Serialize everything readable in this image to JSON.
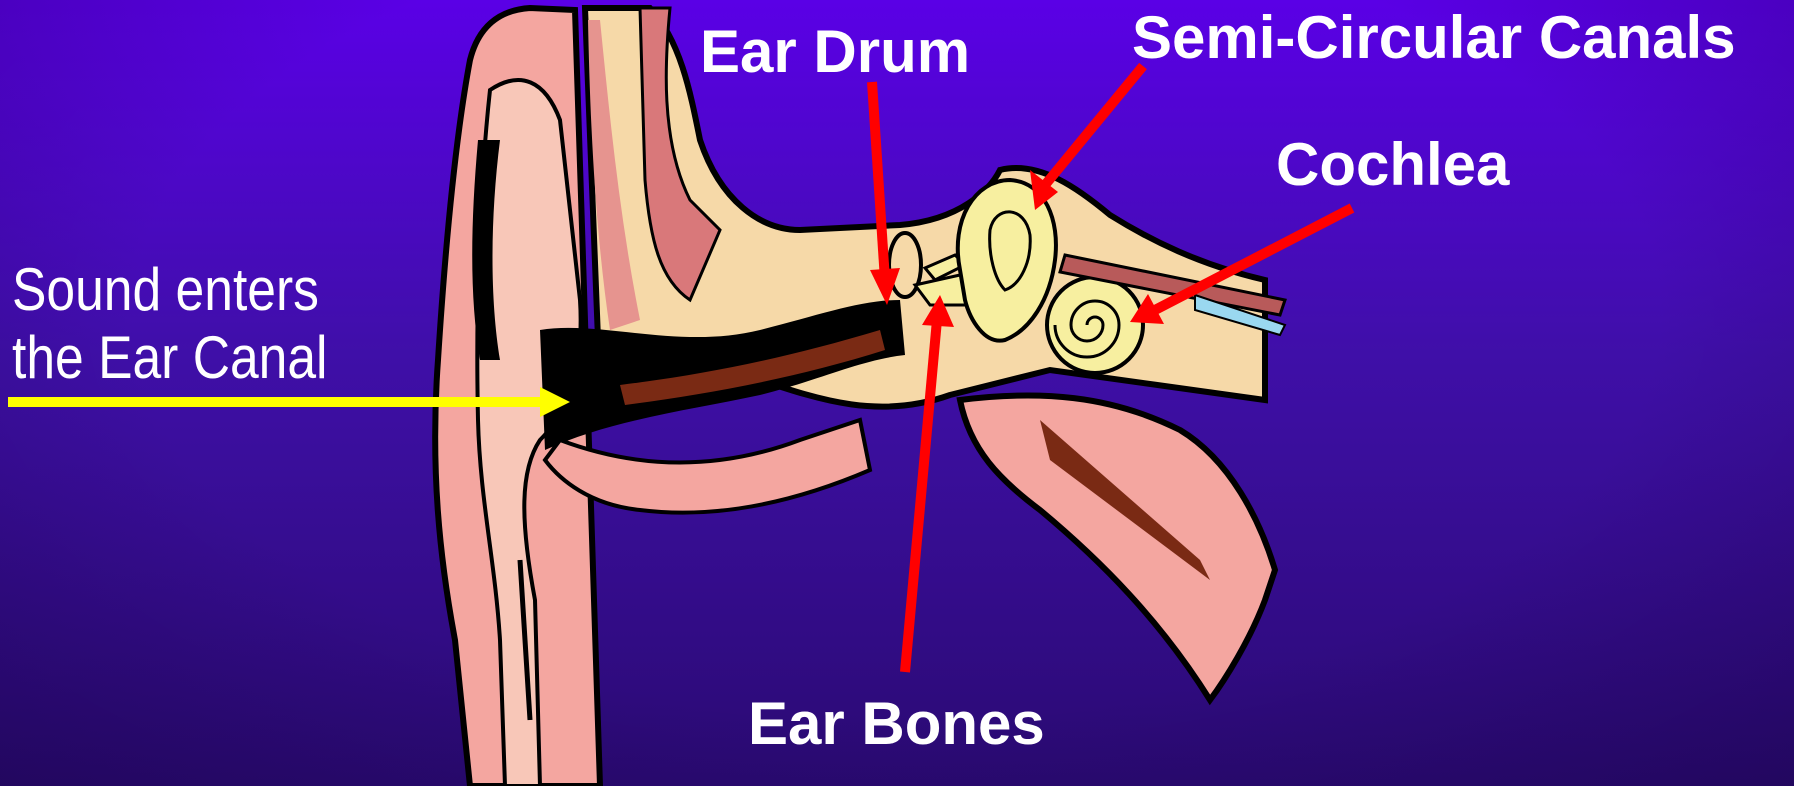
{
  "labels": {
    "ear_drum": "Ear Drum",
    "semi_circular_canals": "Semi-Circular Canals",
    "cochlea": "Cochlea",
    "ear_bones": "Ear Bones",
    "sound_line1": "Sound enters",
    "sound_line2": "the Ear Canal"
  },
  "colors": {
    "background_top": "#5a00e6",
    "background_bottom": "#2a0a72",
    "pointer_arrows": "#ff0000",
    "sound_arrow": "#ffff00",
    "label_text": "#ffffff",
    "skin": "#f4a6a0",
    "bone_tissue": "#f6d9a8",
    "inner_ear": "#f7efa0"
  }
}
